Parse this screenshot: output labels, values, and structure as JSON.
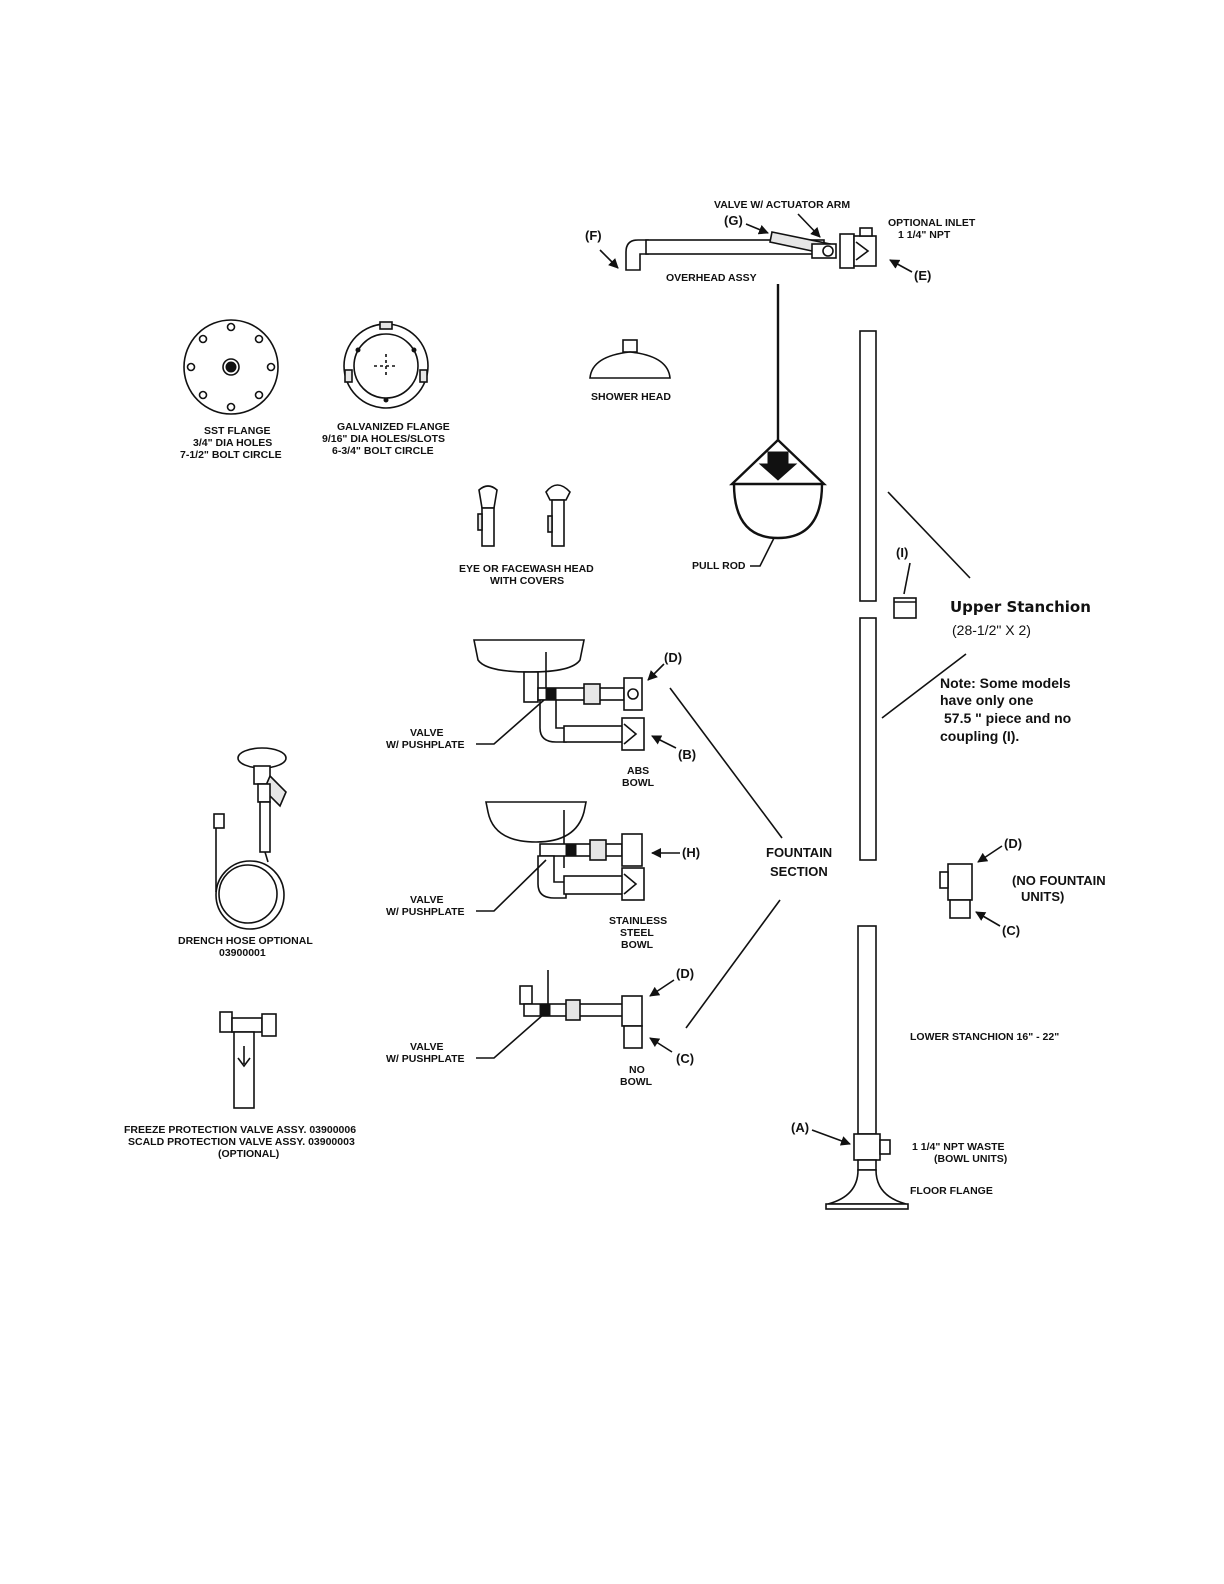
{
  "labels": {
    "valve_actuator": "VALVE W/ ACTUATOR ARM",
    "ref_g": "(G)",
    "ref_f": "(F)",
    "optional_inlet_1": "OPTIONAL INLET",
    "optional_inlet_2": "1 1/4\" NPT",
    "ref_e": "(E)",
    "overhead_assy": "OVERHEAD ASSY",
    "sst_flange_1": "SST FLANGE",
    "sst_flange_2": "3/4\" DIA HOLES",
    "sst_flange_3": "7-1/2\" BOLT CIRCLE",
    "galv_flange_1": "GALVANIZED FLANGE",
    "galv_flange_2": "9/16\" DIA HOLES/SLOTS",
    "galv_flange_3": "6-3/4\" BOLT CIRCLE",
    "shower_head": "SHOWER HEAD",
    "eye_face_1": "EYE OR FACEWASH HEAD",
    "eye_face_2": "WITH COVERS",
    "pull_rod": "PULL ROD",
    "ref_i": "(I)",
    "upper_stanchion": "Upper Stanchion",
    "upper_stanchion_dim": "(28-1/2\" X 2)",
    "note_1": "Note: Some models",
    "note_2": "have only one",
    "note_3": "57.5 \" piece and no",
    "note_4": "coupling (I).",
    "ref_d_abs": "(D)",
    "ref_b": "(B)",
    "valve_pushplate_1": "VALVE",
    "valve_pushplate_2": "W/ PUSHPLATE",
    "abs_bowl_1": "ABS",
    "abs_bowl_2": "BOWL",
    "ref_h": "(H)",
    "ss_bowl_1": "STAINLESS",
    "ss_bowl_2": "STEEL",
    "ss_bowl_3": "BOWL",
    "fountain_1": "FOUNTAIN",
    "fountain_2": "SECTION",
    "ref_d_nf": "(D)",
    "no_fountain_1": "(NO FOUNTAIN",
    "no_fountain_2": "UNITS)",
    "ref_c_nf": "(C)",
    "drench_hose_1": "DRENCH HOSE OPTIONAL",
    "drench_hose_2": "03900001",
    "ref_d_nobowl": "(D)",
    "ref_c_nobowl": "(C)",
    "no_bowl_1": "NO",
    "no_bowl_2": "BOWL",
    "lower_stanchion": "LOWER STANCHION 16\" - 22\"",
    "freeze_1": "FREEZE PROTECTION VALVE ASSY. 03900006",
    "freeze_2": "SCALD PROTECTION VALVE ASSY. 03900003",
    "freeze_3": "(OPTIONAL)",
    "ref_a": "(A)",
    "waste_1": "1 1/4\" NPT WASTE",
    "waste_2": "(BOWL UNITS)",
    "floor_flange": "FLOOR FLANGE"
  }
}
